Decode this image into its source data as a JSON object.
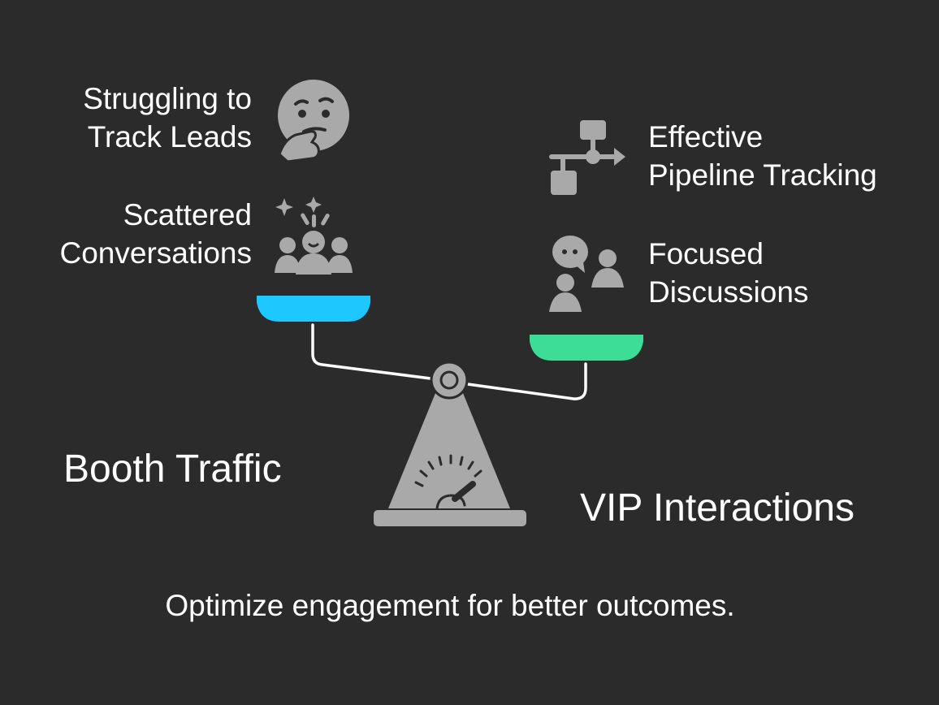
{
  "left_side": {
    "title": "Booth Traffic",
    "items": [
      {
        "line1": "Struggling to",
        "line2": "Track Leads",
        "icon": "thinking-face-icon"
      },
      {
        "line1": "Scattered",
        "line2": "Conversations",
        "icon": "crowd-icon"
      }
    ],
    "pan_color": "#1ec8ff"
  },
  "right_side": {
    "title": "VIP Interactions",
    "items": [
      {
        "line1": "Effective",
        "line2": "Pipeline Tracking",
        "icon": "pipeline-icon"
      },
      {
        "line1": "Focused",
        "line2": "Discussions",
        "icon": "discussion-icon"
      }
    ],
    "pan_color": "#3ddc97"
  },
  "caption": "Optimize engagement for better outcomes.",
  "colors": {
    "background": "#2b2b2b",
    "icon_gray": "#a9a9a9",
    "beam": "#ffffff"
  }
}
